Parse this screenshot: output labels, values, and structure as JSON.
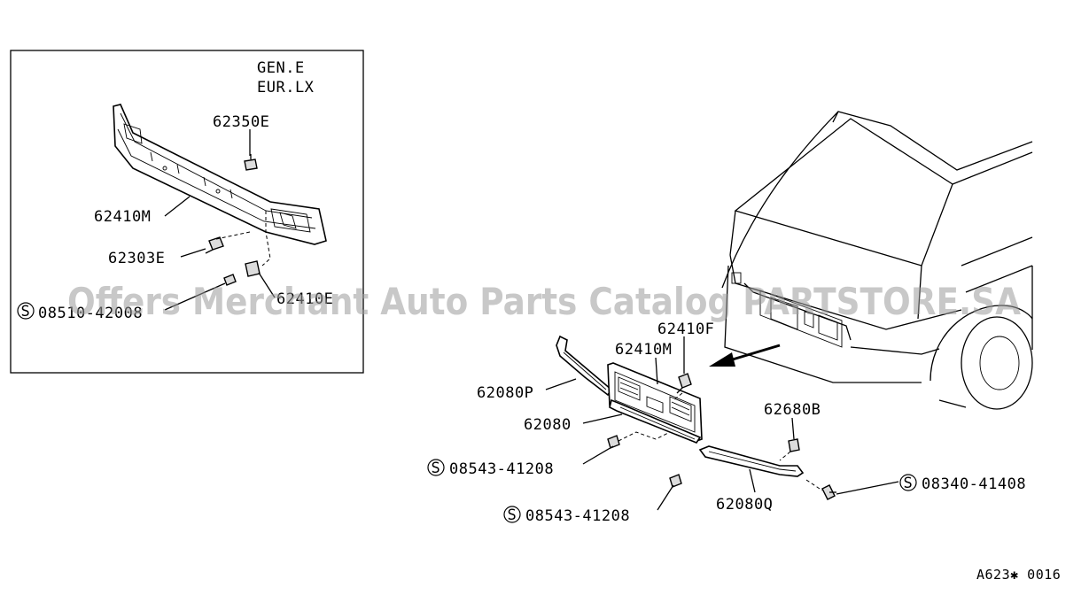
{
  "inset": {
    "variant_line1": "GEN.E",
    "variant_line2": "EUR.LX",
    "labels": {
      "p62350e": "62350E",
      "p62410m": "62410M",
      "p62303e": "62303E",
      "p62410e": "62410E",
      "screw": "08510-42008"
    }
  },
  "main": {
    "labels": {
      "p62410f": "62410F",
      "p62410m": "62410M",
      "p62080p": "62080P",
      "p62080": "62080",
      "p62680b": "62680B",
      "screw_a": "08543-41208",
      "screw_b": "08543-41208",
      "screw_c": "08340-41408",
      "p62080q": "62080Q"
    }
  },
  "standard_symbol": "S",
  "diagram_code": "A623✱ 0016",
  "watermark": "Offers Merchant Auto Parts Catalog PARTSTORE.SA"
}
